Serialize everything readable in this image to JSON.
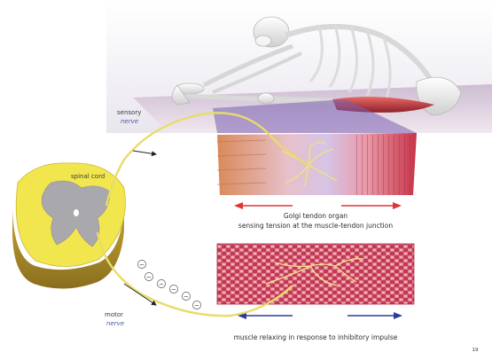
{
  "labels": {
    "sensory_line1": "sensory",
    "sensory_line2": "nerve",
    "spinal_cord": "spinal cord",
    "motor_line1": "motor",
    "motor_line2": "nerve",
    "golgi_line1": "Golgi tendon organ",
    "golgi_line2": "sensing tension at the muscle-tendon junction",
    "relax_caption": "muscle relaxing in response to inhibitory impulse",
    "page_number": "19"
  },
  "inhibitory_signs": [
    "−",
    "−",
    "−",
    "−",
    "−",
    "−"
  ],
  "colors": {
    "nerve": "#e8dc6a",
    "spinal_white": "#f2e64f",
    "spinal_grey": "#a9a8ad",
    "muscle_red": "#c4334a",
    "muscle_pink": "#e995a8",
    "arrow_red": "#e03434",
    "arrow_blue": "#2c3c9a"
  },
  "icons": {
    "arrow_sensory": "arrow-icon",
    "arrow_motor": "arrow-icon"
  }
}
